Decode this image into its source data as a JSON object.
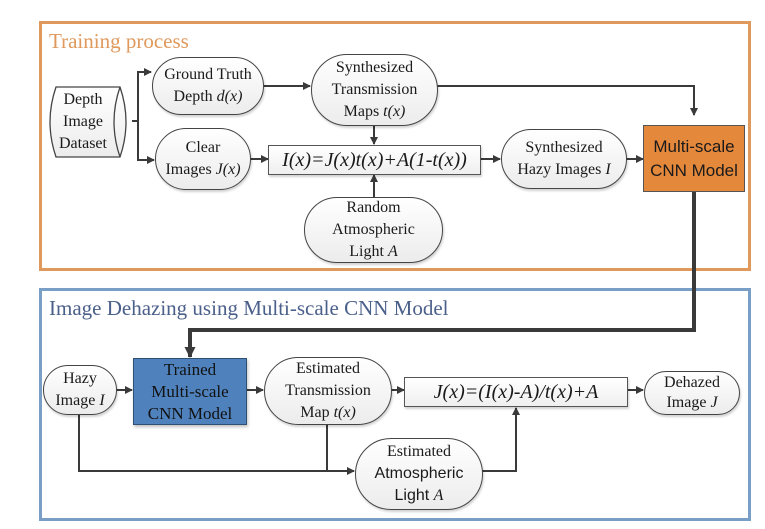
{
  "training_panel": {
    "title": "Training process",
    "border_color": "#e0995c",
    "nodes": {
      "depth_dataset": [
        "Depth",
        "Image",
        "Dataset"
      ],
      "ground_truth_depth": {
        "line1": "Ground Truth",
        "line2_text": "Depth ",
        "line2_var": "d(x)"
      },
      "clear_images": {
        "line1": "Clear",
        "line2_text": "Images ",
        "line2_var": "J(x)"
      },
      "synth_transmission": {
        "line1": "Synthesized",
        "line2": "Transmission",
        "line3_text": "Maps ",
        "line3_var": "t(x)"
      },
      "haze_equation": "I(x)=J(x)t(x)+A(1-t(x))",
      "random_atmospheric_light": {
        "line1": "Random",
        "line2": "Atmospheric",
        "line3_text": "Light ",
        "line3_var": "A"
      },
      "synth_hazy_images": {
        "line1": "Synthesized",
        "line2_text": "Hazy Images ",
        "line2_var": "I"
      },
      "multiscale_cnn": [
        "Multi-scale",
        "CNN Model"
      ]
    },
    "model_color": "#e4883c"
  },
  "dehazing_panel": {
    "title": "Image Dehazing using Multi-scale CNN Model",
    "border_color": "#7a9fc6",
    "nodes": {
      "hazy_image": {
        "line1": "Hazy",
        "line2_text": "Image ",
        "line2_var": "I"
      },
      "trained_cnn": [
        "Trained",
        "Multi-scale",
        "CNN Model"
      ],
      "est_transmission": {
        "line1": "Estimated",
        "line2": "Transmission",
        "line3_text": "Map ",
        "line3_var": "t(x)"
      },
      "recovery_equation": "J(x)=(I(x)-A)/t(x)+A",
      "dehazed_image": {
        "line1": "Dehazed",
        "line2_text": "Image ",
        "line2_var": "J"
      },
      "est_atmospheric_light": {
        "line1": "Estimated",
        "line2": "Atmospheric",
        "line3_text": "Light ",
        "line3_var": "A"
      }
    },
    "model_color": "#4f82bd"
  }
}
